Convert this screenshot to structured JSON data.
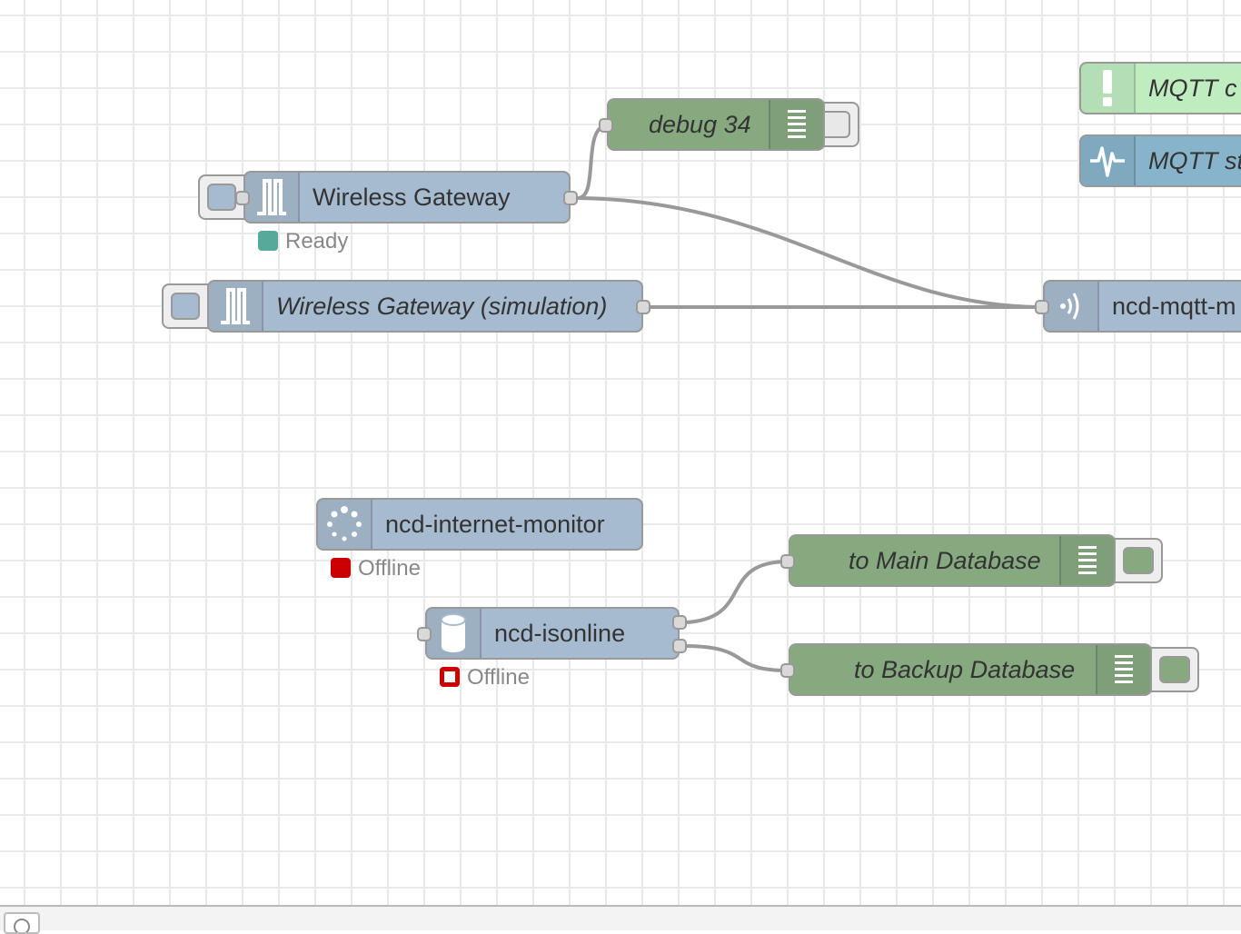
{
  "nodes": {
    "debug34": {
      "label": "debug 34",
      "icon": "debug-list-icon",
      "color": "#87a980",
      "active": false
    },
    "wireless_gateway": {
      "label": "Wireless Gateway",
      "icon": "pulse-wave-icon",
      "color": "#a6bbcf",
      "status": {
        "text": "Ready",
        "color": "#5a9"
      }
    },
    "wireless_gateway_sim": {
      "label": "Wireless Gateway (simulation)",
      "icon": "pulse-wave-icon",
      "color": "#a6bbcf"
    },
    "mqtt_complete": {
      "label": "MQTT c",
      "icon": "exclamation-icon",
      "color": "#c0edc0"
    },
    "mqtt_status": {
      "label": "MQTT st",
      "icon": "heartbeat-icon",
      "color": "#87b4cb"
    },
    "ncd_mqtt": {
      "label": "ncd-mqtt-m",
      "icon": "broadcast-icon",
      "color": "#a6bbcf"
    },
    "internet_monitor": {
      "label": "ncd-internet-monitor",
      "icon": "spinner-icon",
      "color": "#a6bbcf",
      "status": {
        "text": "Offline",
        "color": "#c00"
      }
    },
    "isonline": {
      "label": "ncd-isonline",
      "icon": "database-icon",
      "color": "#a6bbcf",
      "status": {
        "text": "Offline",
        "color": "#c00"
      }
    },
    "to_main_db": {
      "label": "to Main Database",
      "icon": "debug-list-icon",
      "color": "#87a980",
      "active": true
    },
    "to_backup_db": {
      "label": "to Backup Database",
      "icon": "debug-list-icon",
      "color": "#87a980",
      "active": true
    }
  },
  "colors": {
    "wire": "#999999",
    "grid": "#e9e9e9",
    "inject": "#a6bbcf",
    "debug": "#87a980"
  }
}
